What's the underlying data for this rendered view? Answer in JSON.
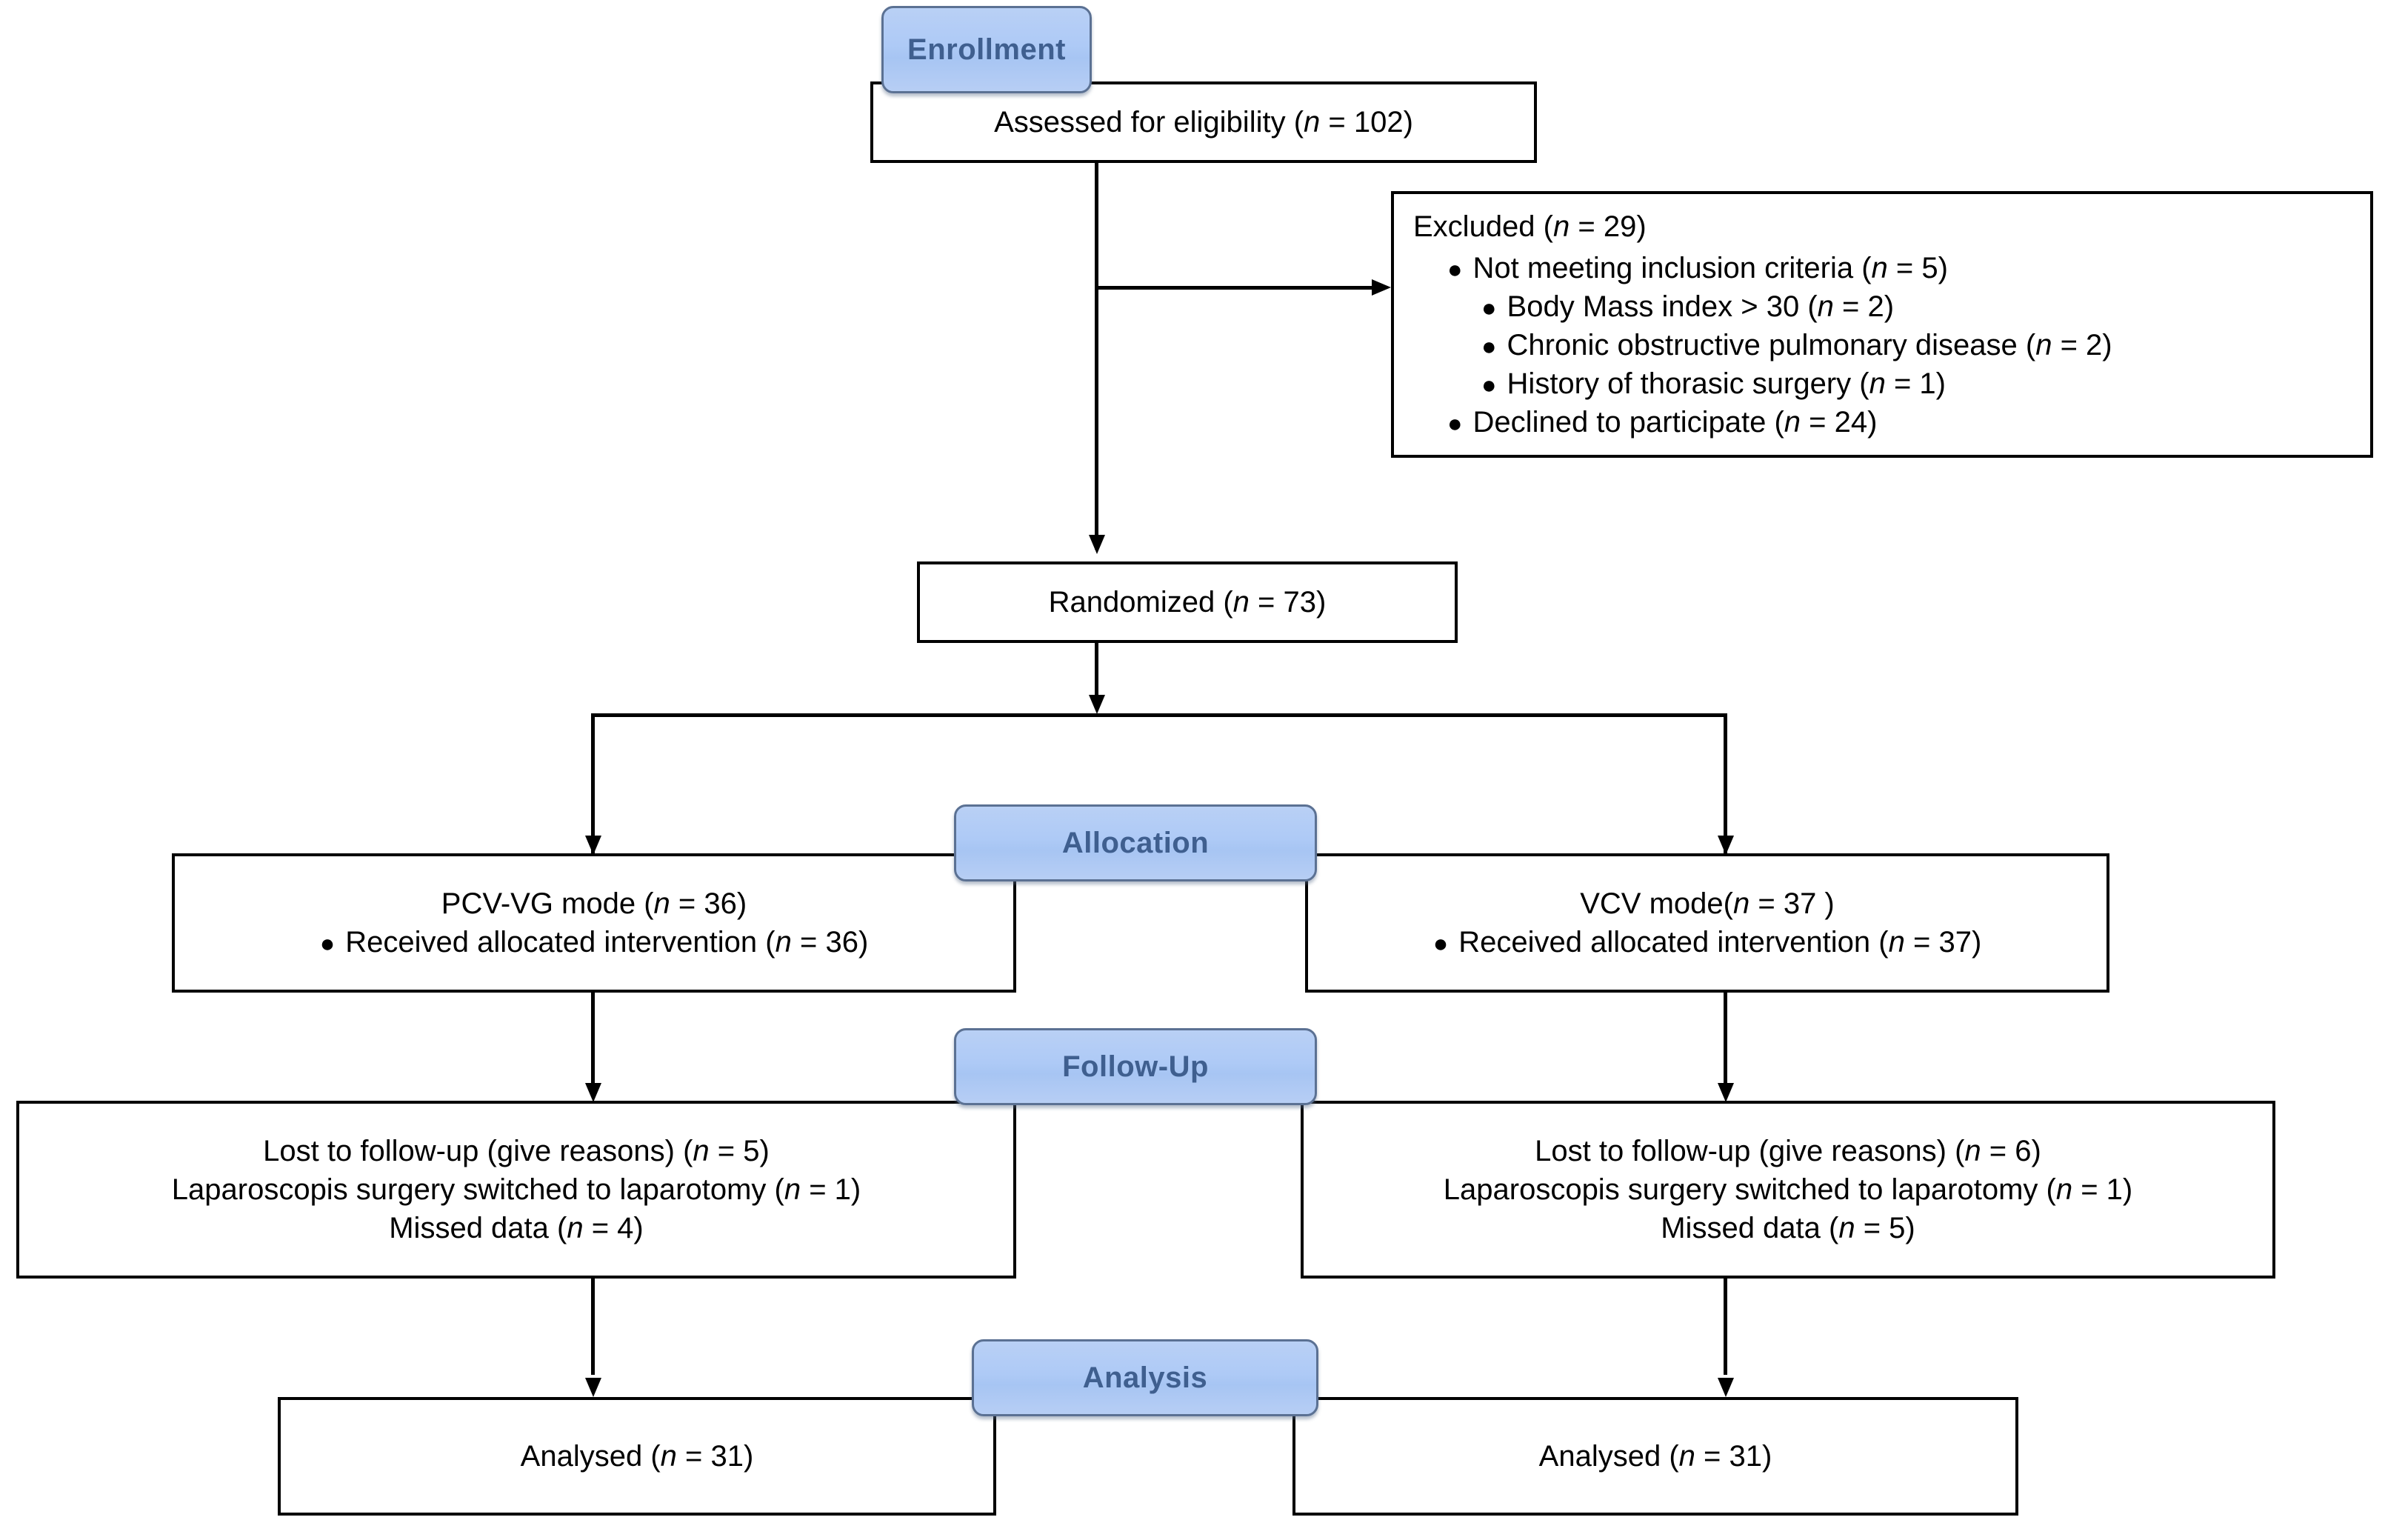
{
  "diagram": {
    "title": "CONSORT participant flow diagram",
    "accent_color": "#aecaf6",
    "accent_text_color": "#3f5f8f",
    "line_color": "#000000"
  },
  "stages": {
    "enrollment": "Enrollment",
    "allocation": "Allocation",
    "followup": "Follow-Up",
    "analysis": "Analysis"
  },
  "enrollment": {
    "assessed": "Assessed for eligibility (n = 102)",
    "excluded": {
      "heading": "Excluded (n = 29)",
      "items": [
        {
          "level": 1,
          "text": "Not meeting inclusion criteria (n = 5)"
        },
        {
          "level": 2,
          "text": "Body Mass index > 30 (n = 2)"
        },
        {
          "level": 2,
          "text": "Chronic obstructive pulmonary disease (n = 2)"
        },
        {
          "level": 2,
          "text": "History of thorasic surgery (n = 1)"
        },
        {
          "level": 1,
          "text": "Declined to participate (n = 24)"
        }
      ]
    },
    "randomized": "Randomized (n = 73)"
  },
  "allocation": {
    "left": {
      "title": "PCV-VG mode (n = 36)",
      "bullet": "Received allocated intervention (n = 36)"
    },
    "right": {
      "title": "VCV mode(n = 37 )",
      "bullet": "Received allocated intervention (n = 37)"
    }
  },
  "followup": {
    "left": [
      "Lost to follow-up (give reasons) (n = 5)",
      "Laparoscopis surgery switched to laparotomy (n = 1)",
      "Missed data (n = 4)"
    ],
    "right": [
      "Lost to follow-up (give reasons) (n = 6)",
      "Laparoscopis surgery switched to laparotomy (n = 1)",
      "Missed data (n = 5)"
    ]
  },
  "analysis": {
    "left": "Analysed (n = 31)",
    "right": "Analysed (n = 31)"
  },
  "icons": {
    "bullet": "▪",
    "bullet_small": "•"
  },
  "chart_data": {
    "type": "flowchart",
    "nodes": [
      {
        "id": "assessed",
        "label": "Assessed for eligibility (n = 102)",
        "n": 102,
        "stage": "Enrollment"
      },
      {
        "id": "excluded",
        "label": "Excluded (n = 29)",
        "n": 29,
        "stage": "Enrollment"
      },
      {
        "id": "randomized",
        "label": "Randomized (n = 73)",
        "n": 73,
        "stage": "Enrollment"
      },
      {
        "id": "alloc_left",
        "label": "PCV-VG mode (n = 36)",
        "n": 36,
        "stage": "Allocation"
      },
      {
        "id": "alloc_right",
        "label": "VCV mode(n = 37 )",
        "n": 37,
        "stage": "Allocation"
      },
      {
        "id": "follow_left",
        "label": "Lost to follow-up (give reasons) (n = 5)",
        "n": 5,
        "stage": "Follow-Up"
      },
      {
        "id": "follow_right",
        "label": "Lost to follow-up (give reasons) (n = 6)",
        "n": 6,
        "stage": "Follow-Up"
      },
      {
        "id": "analysis_left",
        "label": "Analysed (n = 31)",
        "n": 31,
        "stage": "Analysis"
      },
      {
        "id": "analysis_right",
        "label": "Analysed (n = 31)",
        "n": 31,
        "stage": "Analysis"
      }
    ],
    "edges": [
      {
        "from": "assessed",
        "to": "excluded"
      },
      {
        "from": "assessed",
        "to": "randomized"
      },
      {
        "from": "randomized",
        "to": "alloc_left"
      },
      {
        "from": "randomized",
        "to": "alloc_right"
      },
      {
        "from": "alloc_left",
        "to": "follow_left"
      },
      {
        "from": "alloc_right",
        "to": "follow_right"
      },
      {
        "from": "follow_left",
        "to": "analysis_left"
      },
      {
        "from": "follow_right",
        "to": "analysis_right"
      }
    ]
  }
}
